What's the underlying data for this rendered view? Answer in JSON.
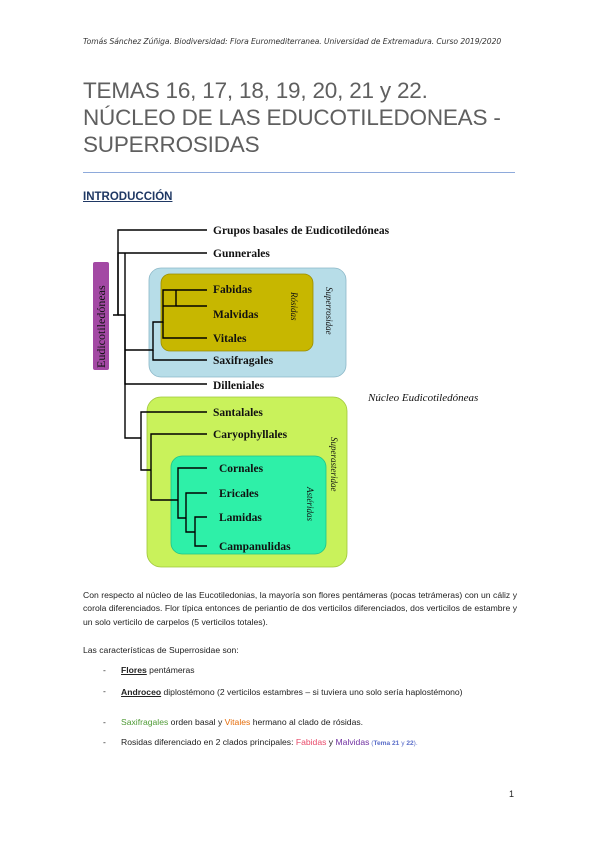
{
  "header": "Tomás Sánchez Zúñiga. Biodiversidad: Flora Euromediterranea. Universidad de Extremadura. Curso 2019/2020",
  "title": {
    "line1": "TEMAS 16, 17, 18, 19, 20, 21 y 22.",
    "line2": "NÚCLEO DE LAS EDUCOTILEDONEAS -",
    "line3": "SUPERROSIDAS"
  },
  "section_heading": "INTRODUCCIÓN",
  "diagram": {
    "root_label": "Eudicotiledóneas",
    "basal": "Grupos basales de Eudicotiledóneas",
    "gunnerales": "Gunnerales",
    "rosids_group": [
      "Fabidas",
      "Malvidas",
      "Vitales"
    ],
    "rosids_label": "Rósidas",
    "saxifragales": "Saxifragales",
    "superrosidae_label": "Superrosidae",
    "dilleniales": "Dilleniales",
    "nucleo_label": "Núcleo Eudicotiledóneas",
    "santalales": "Santalales",
    "caryophyllales": "Caryophyllales",
    "superasteridae_label": "Superasteridae",
    "asterids_group": [
      "Cornales",
      "Ericales",
      "Lamidas",
      "Campanulidas"
    ],
    "asterids_label": "Astéridas",
    "colors": {
      "root_box": "#a349a4",
      "superrosidae_box": "#b7dde8",
      "rosids_box": "#c7b700",
      "superasteridae_box": "#c9f25b",
      "asterids_box": "#2ef0a8"
    }
  },
  "paragraph1": "Con respecto al núcleo de las Eucotiledonias, la mayoría son flores pentámeras (pocas tetrámeras) con un cáliz y corola diferenciados. Flor típica entonces de periantio de dos verticilos diferenciados, dos verticilos de estambre y un solo verticilo de carpelos (5 verticilos totales).",
  "paragraph2": "Las características de Superrosidae son:",
  "list": {
    "dash": "-",
    "item1_term": "Flores",
    "item1_rest": " pentámeras",
    "item2_term": "Androceo",
    "item2_rest": " diplostémono (2 verticilos estambres – si tuviera uno solo sería haplostémono)",
    "item3_a": "Saxifragales",
    "item3_b": " orden basal y ",
    "item3_c": "Vitales",
    "item3_d": " hermano al clado de rósidas.",
    "item4_a": "Rosidas diferenciado en 2 clados principales: ",
    "item4_b": "Fabidas",
    "item4_c": " y ",
    "item4_d": "Malvidas",
    "item4_e": " (",
    "item4_f": "Tema 21",
    "item4_g": " y ",
    "item4_h": "22",
    "item4_i": ").",
    "colors": {
      "saxifragales": "#4f9a35",
      "vitales": "#e46c0a",
      "fabidas": "#e84a6a",
      "malvidas": "#7030a0",
      "tema": "#5b6ec9"
    }
  },
  "page_number": "1"
}
